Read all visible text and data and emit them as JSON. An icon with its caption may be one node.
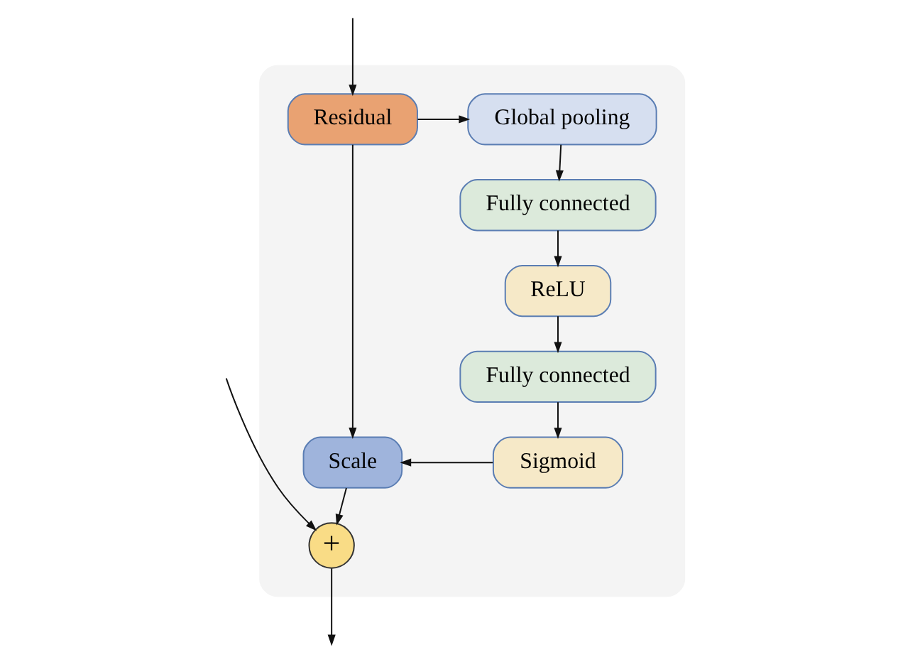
{
  "diagram": {
    "nodes": [
      {
        "text": [],
        "shape": "box"
      },
      {
        "text": [
          "Residual"
        ],
        "in": 0
      },
      {
        "text": [
          "Global pooling"
        ],
        "in": 0
      },
      {
        "text": [
          "Fully connected"
        ],
        "in": 0
      },
      {
        "text": [
          "ReLU"
        ],
        "in": 0
      },
      {
        "text": [
          "Fully connected"
        ],
        "in": 0
      },
      {
        "text": [
          "Sigmoid"
        ],
        "in": 0
      },
      {
        "text": [
          "Scale"
        ],
        "in": 0
      },
      {
        "text": [
          "+"
        ],
        "in": 0
      }
    ],
    "edges": [
      {
        "from": null,
        "to": 1,
        "arrow": "to"
      },
      {
        "from": null,
        "to": 8,
        "arrow": "to"
      },
      {
        "from": 1,
        "to": 2,
        "arrow": "to"
      },
      {
        "from": 2,
        "to": 3,
        "arrow": "to"
      },
      {
        "from": 3,
        "to": 4,
        "arrow": "to"
      },
      {
        "from": 4,
        "to": 5,
        "arrow": "to"
      },
      {
        "from": 5,
        "to": 6,
        "arrow": "to"
      },
      {
        "from": 6,
        "to": 7,
        "arrow": "to"
      },
      {
        "from": 1,
        "to": 7,
        "arrow": "to"
      },
      {
        "from": 7,
        "to": 8,
        "arrow": "to"
      },
      {
        "from": 8,
        "to": null,
        "arrow": "to"
      }
    ]
  }
}
